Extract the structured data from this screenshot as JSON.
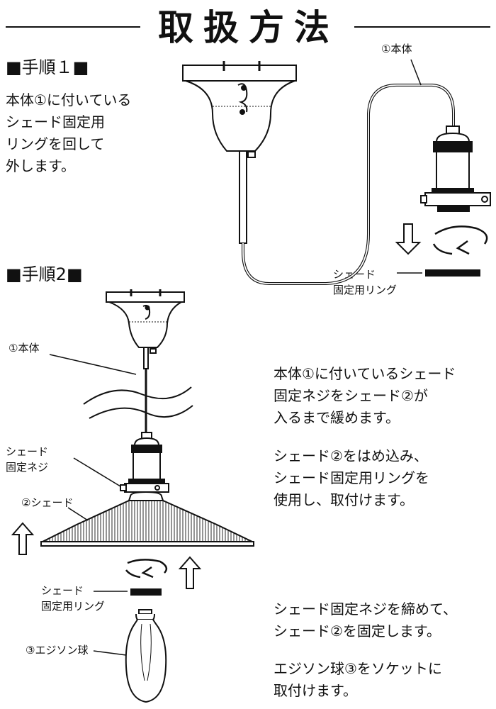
{
  "title": "取扱方法",
  "step1": {
    "heading": "■手順１■",
    "text_lines": [
      "本体①に付いている",
      "シェード固定用",
      "リングを回して",
      "外します。"
    ],
    "label_body": "①本体",
    "label_ring_lines": [
      "シェード",
      "固定用リング"
    ]
  },
  "step2": {
    "heading": "■手順2■",
    "label_body": "①本体",
    "label_screw_lines": [
      "シェード",
      "固定ネジ"
    ],
    "label_shade": "②シェード",
    "label_ring_lines": [
      "シェード",
      "固定用リング"
    ],
    "label_bulb": "③エジソン球",
    "para1_lines": [
      "本体①に付いているシェード",
      "固定ネジをシェード②が",
      "入るまで緩めます。"
    ],
    "para2_lines": [
      "シェード②をはめ込み、",
      "シェード固定用リングを",
      "使用し、取付けます。"
    ],
    "para3_lines": [
      "シェード固定ネジを締めて、",
      "シェード②を固定します。"
    ],
    "para4_lines": [
      "エジソン球③をソケットに",
      "取付けます。"
    ]
  },
  "colors": {
    "ink": "#111111",
    "background": "#ffffff"
  }
}
